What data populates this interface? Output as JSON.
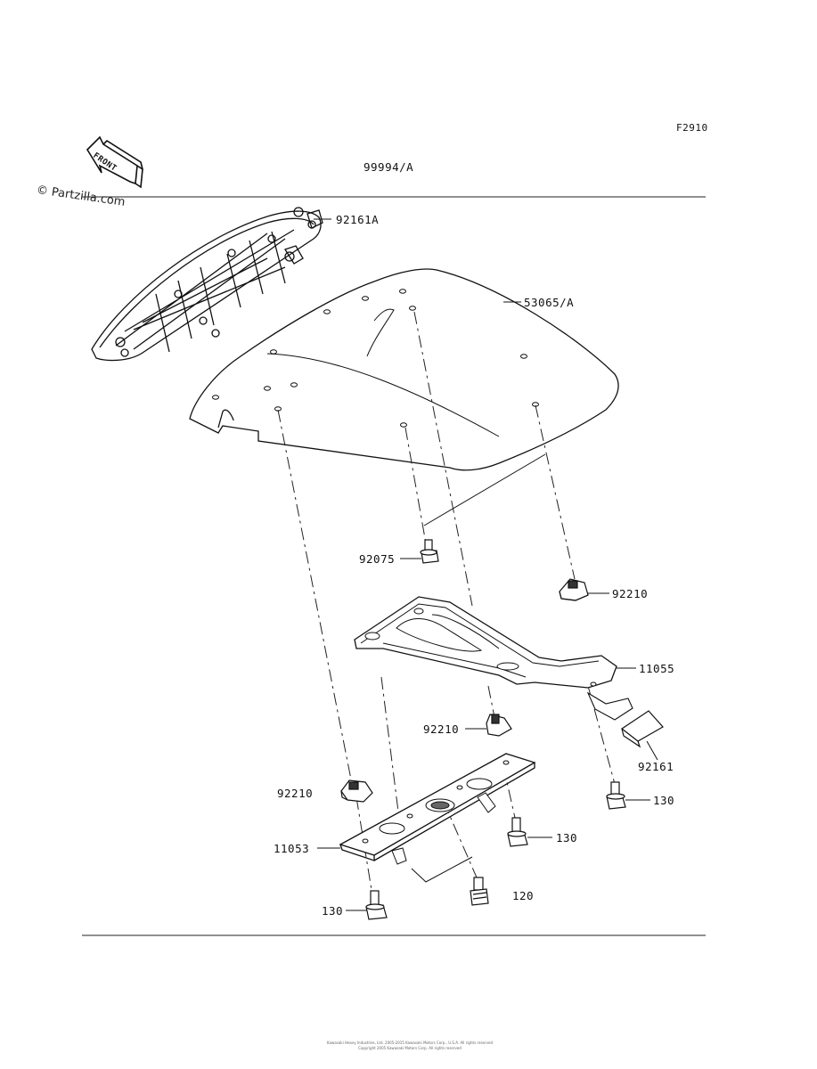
{
  "diagram_code": "F2910",
  "assembly_ref": "99994/A",
  "watermark": "© Partzilla.com",
  "front_label": "FRONT",
  "parts": {
    "p92161A": "92161A",
    "p53065A": "53065/A",
    "p92075": "92075",
    "p92210_top": "92210",
    "p11055": "11055",
    "p92210_mid": "92210",
    "p92161": "92161",
    "p92210_left": "92210",
    "p130_right": "130",
    "p130_mid": "130",
    "p11053": "11053",
    "p120": "120",
    "p130_bottom": "130"
  },
  "footer": {
    "line1": "Kawasaki Heavy Industries, Ltd. 2005-2015 Kawasaki Motors Corp., U.S.A. All rights reserved",
    "line2": "Copyright 2005 Kawasaki Motors Corp. All rights reserved"
  }
}
